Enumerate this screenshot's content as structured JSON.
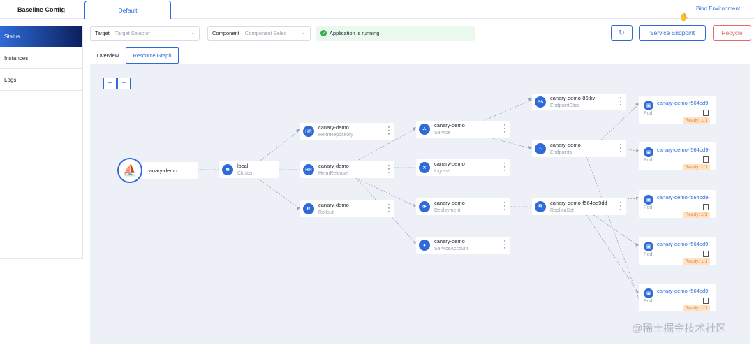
{
  "header": {
    "tab_baseline": "Baseline Config",
    "tab_default": "Default",
    "bind_env": "Bind Environment"
  },
  "sidebar": {
    "items": [
      {
        "label": "Status"
      },
      {
        "label": "Instances"
      },
      {
        "label": "Logs"
      }
    ]
  },
  "toolbar": {
    "target_label": "Target",
    "target_placeholder": "Target Selector",
    "component_label": "Component",
    "component_placeholder": "Component Selec",
    "status_text": "Application is running",
    "refresh_icon": "↻",
    "service_endpoint": "Service Endpoint",
    "recycle": "Recycle"
  },
  "subtabs": {
    "overview": "Overview",
    "graph": "Resource Graph"
  },
  "zoom": {
    "minus": "−",
    "plus": "+"
  },
  "graph": {
    "root": {
      "name": "canary-demo"
    },
    "cluster": {
      "name": "local",
      "kind": "Cluster"
    },
    "helmrepo": {
      "badge": "HR",
      "name": "canary-demo",
      "kind": "HelmRepository"
    },
    "helmrelease": {
      "badge": "HR",
      "name": "canary-demo",
      "kind": "HelmRelease"
    },
    "rollout": {
      "badge": "R",
      "name": "canary-demo",
      "kind": "Rollout"
    },
    "service": {
      "name": "canary-demo",
      "kind": "Service"
    },
    "ingress": {
      "name": "canary-demo",
      "kind": "Ingress"
    },
    "deployment": {
      "name": "canary-demo",
      "kind": "Deployment"
    },
    "serviceaccount": {
      "name": "canary-demo",
      "kind": "ServiceAccount"
    },
    "endpointslice": {
      "badge": "ES",
      "name": "canary-demo-86tkv",
      "kind": "EndpointSlice"
    },
    "endpoints": {
      "name": "canary-demo",
      "kind": "Endpoints"
    },
    "replicaset": {
      "name": "canary-demo-f564bd9dd",
      "kind": "ReplicaSet"
    },
    "pods": [
      {
        "name": "canary-demo-f564bd9-",
        "kind": "Pod",
        "ready": "Ready: 1/1"
      },
      {
        "name": "canary-demo-f564bd9-",
        "kind": "Pod",
        "ready": "Ready: 1/1"
      },
      {
        "name": "canary-demo-f564bd9-",
        "kind": "Pod",
        "ready": "Ready: 1/1"
      },
      {
        "name": "canary-demo-f564bd9-",
        "kind": "Pod",
        "ready": "Ready: 1/1"
      },
      {
        "name": "canary-demo-f564bd9-",
        "kind": "Pod",
        "ready": "Ready: 1/1"
      }
    ]
  },
  "watermark": "@稀土掘金技术社区",
  "colors": {
    "accent": "#2f6bd8",
    "danger": "#e36b6b",
    "success": "#30b04f",
    "canvas": "#edf1f7"
  }
}
